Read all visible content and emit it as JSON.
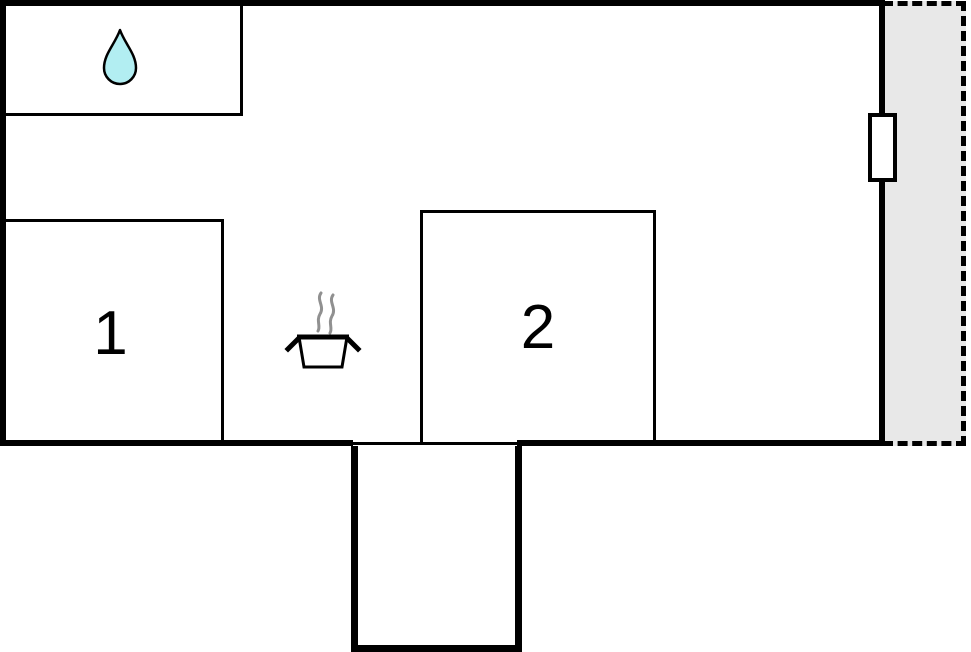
{
  "plan": {
    "type": "floor-plan",
    "rooms": [
      {
        "id": "room-1",
        "label": "1"
      },
      {
        "id": "room-2",
        "label": "2"
      },
      {
        "id": "bathroom",
        "icon": "water-drop-icon"
      },
      {
        "id": "kitchen",
        "icon": "cooking-pot-icon"
      },
      {
        "id": "terrace"
      },
      {
        "id": "porch"
      }
    ],
    "features": [
      "window-right-wall",
      "door-opening-bottom-wall"
    ]
  },
  "colors": {
    "wall": "#000000",
    "background": "#ffffff",
    "water_drop_fill": "#b2eef2",
    "terrace_fill": "#e8e8e8",
    "steam_stroke": "#909090"
  }
}
